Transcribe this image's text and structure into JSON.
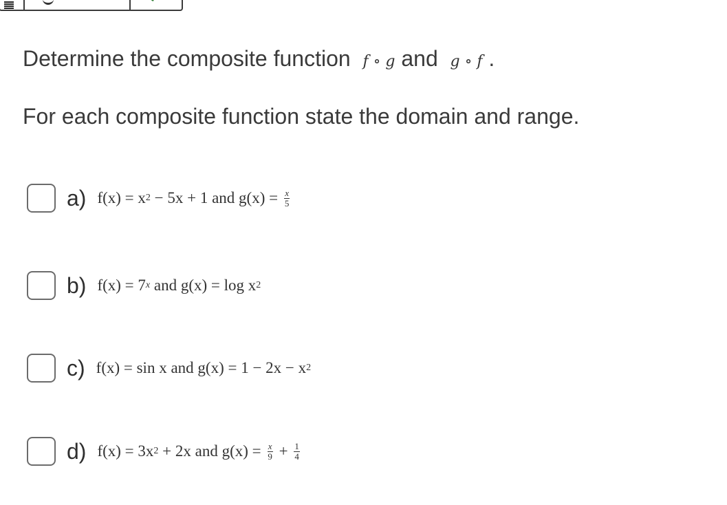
{
  "heading": {
    "line1_text": "Determine the composite function",
    "fog": "f ∘ g",
    "and": "and",
    "gof": "g ∘ f",
    "period": ".",
    "line2": "For each composite function state the domain and range."
  },
  "options": [
    {
      "letter": "a)",
      "lhs": "f(x) = x",
      "pow1": "2",
      "rest": " − 5x + 1 and g(x) = ",
      "frac_num": "x",
      "frac_den": "5"
    },
    {
      "letter": "b)",
      "lhs": "f(x) = 7",
      "pow1": "x",
      "rest": " and g(x) = log x",
      "pow2": "2"
    },
    {
      "letter": "c)",
      "lhs": "f(x) = sin x and g(x) = 1 − 2x − x",
      "pow1": "2"
    },
    {
      "letter": "d)",
      "lhs": "f(x) = 3x",
      "pow1": "2",
      "rest": " + 2x and g(x) = ",
      "frac1_num": "x",
      "frac1_den": "9",
      "plus": " + ",
      "frac2_num": "1",
      "frac2_den": "4"
    }
  ]
}
